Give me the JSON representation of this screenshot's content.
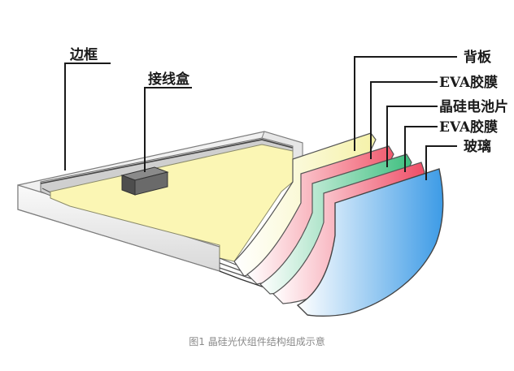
{
  "labels": {
    "frame": "边框",
    "junction_box": "接线盒",
    "backsheet": "背板",
    "eva_top": "EVA胶膜",
    "cells": "晶硅电池片",
    "eva_bottom": "EVA胶膜",
    "glass": "玻璃"
  },
  "caption": "图1 晶硅光伏组件结构组成示意",
  "colors": {
    "cell_area": "#fbf6b4",
    "backsheet": "#f7f4b0",
    "eva": "#f46a7a",
    "cells": "#54c48a",
    "glass": "#5aa9ea",
    "frame": "#eeeeee",
    "junction_box": "#6a6a6a"
  }
}
